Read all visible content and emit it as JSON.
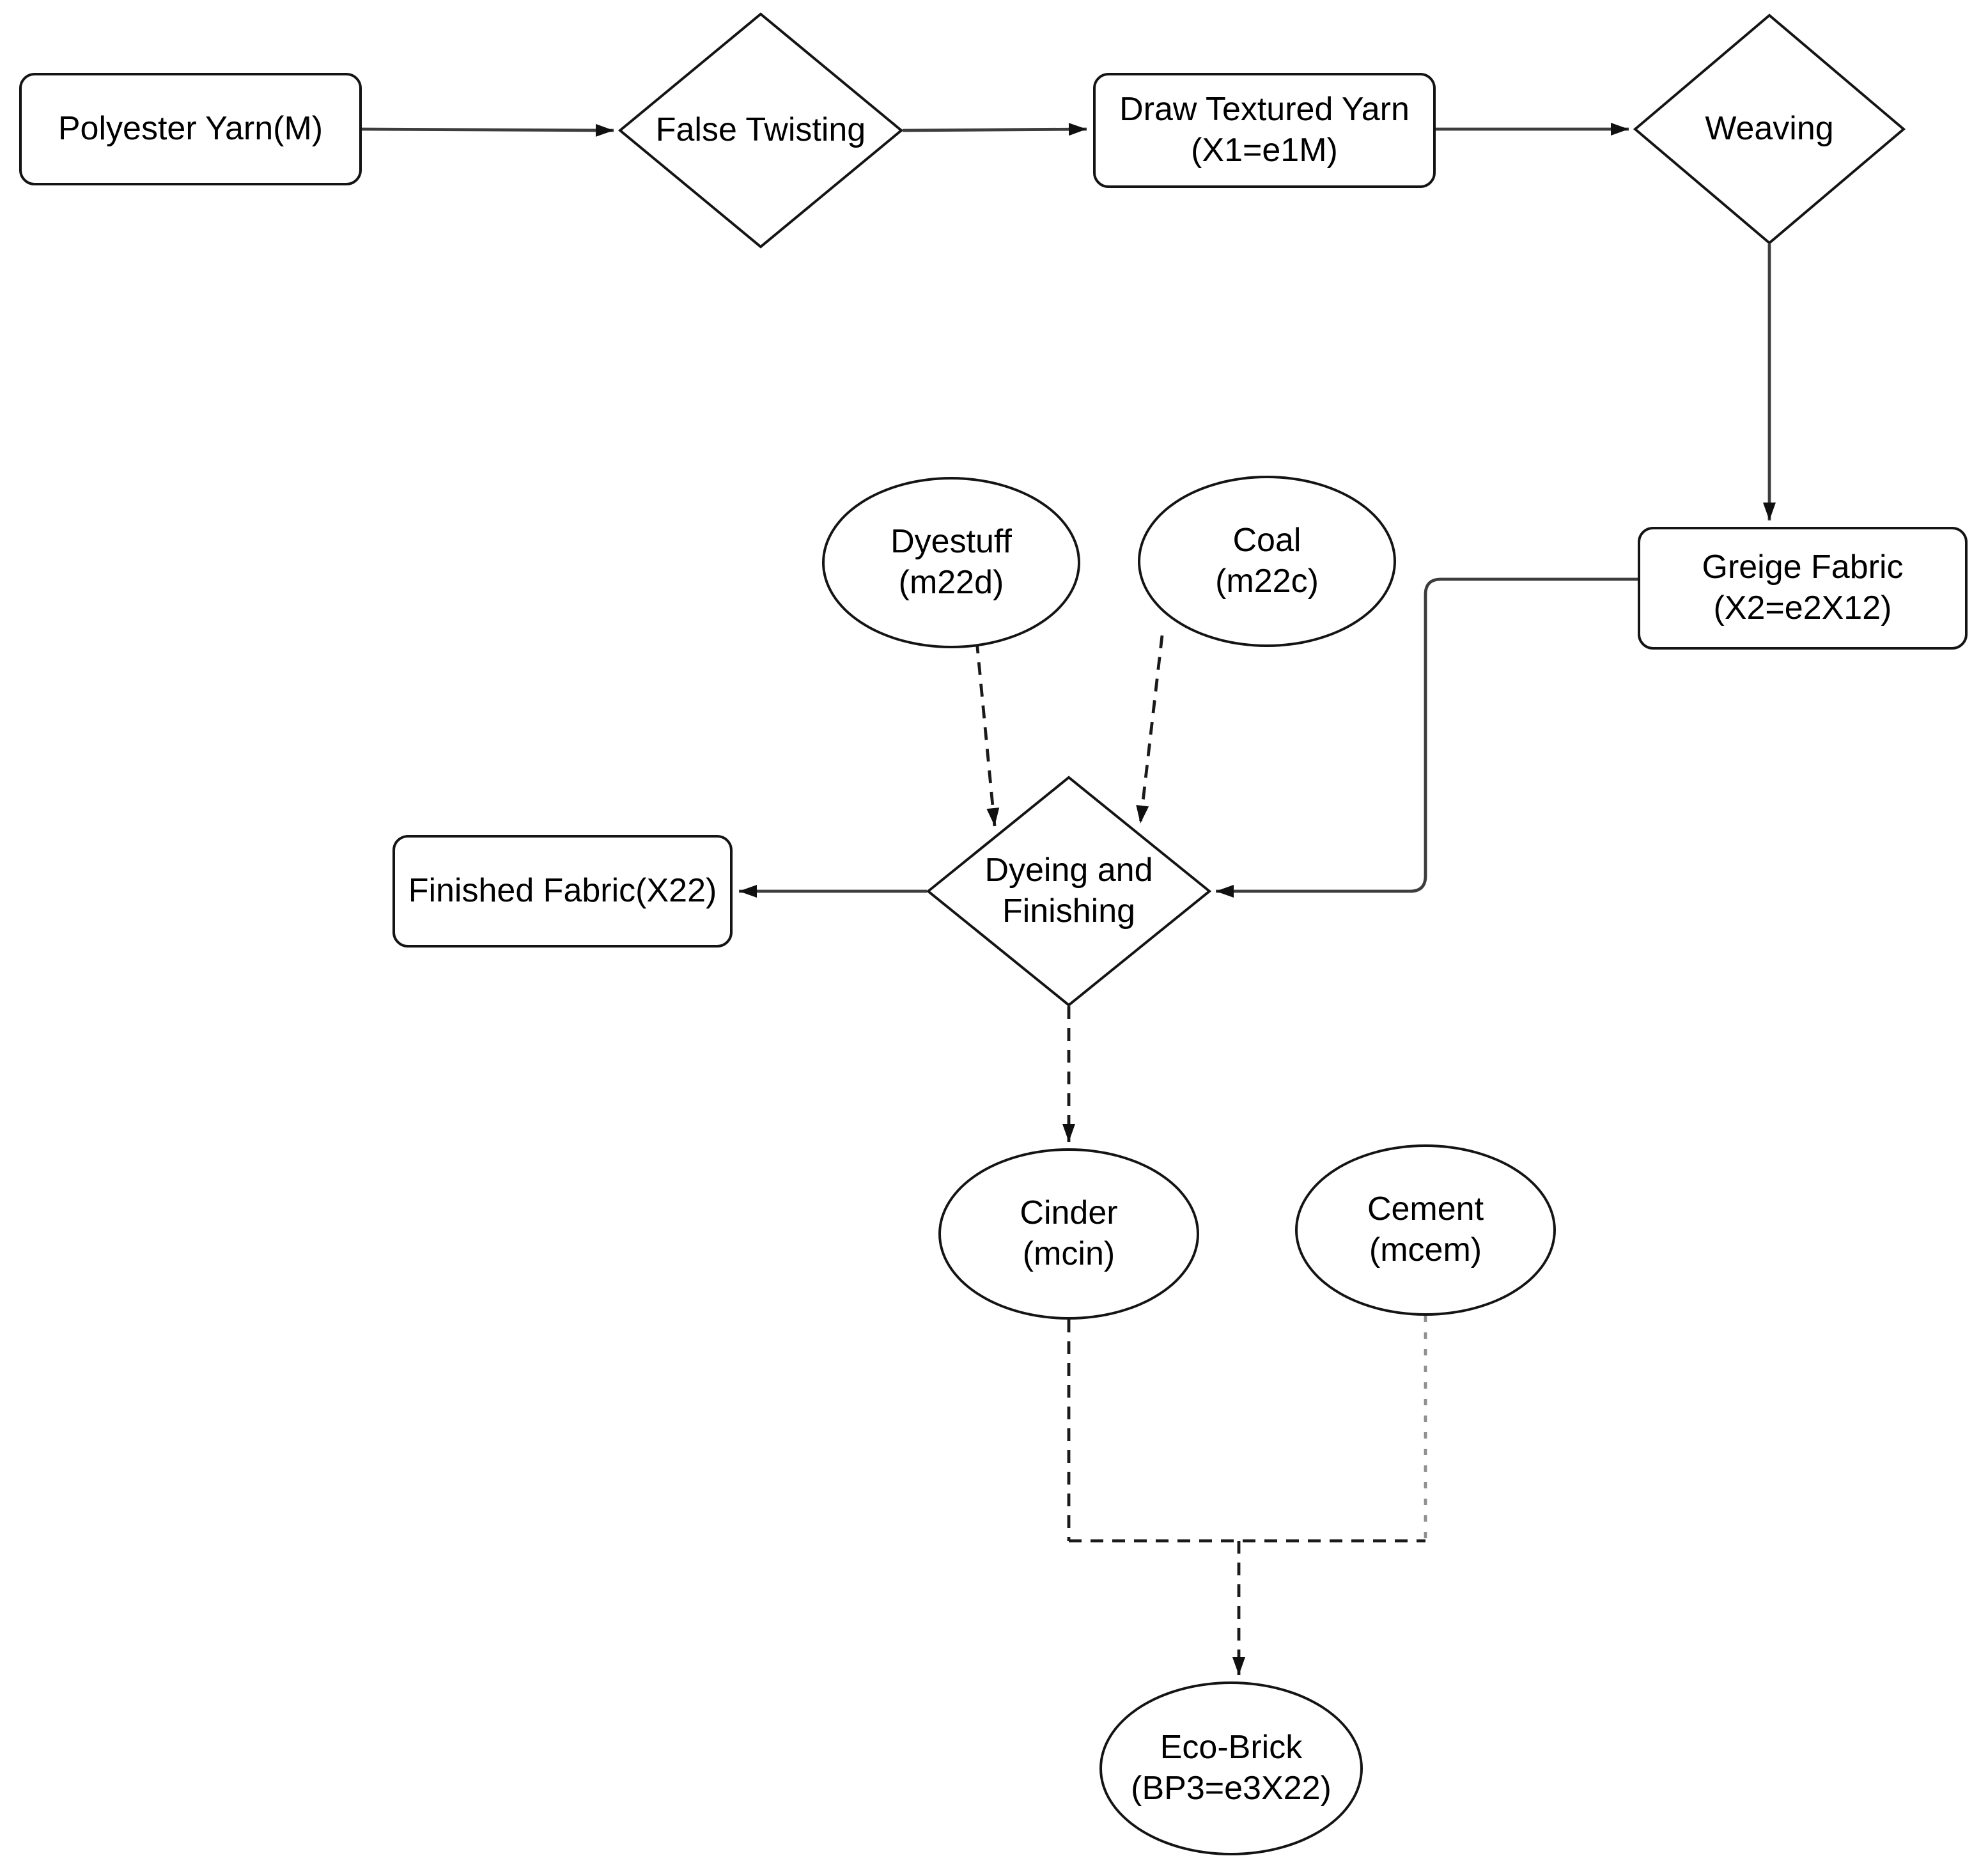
{
  "page": {
    "type": "flowchart",
    "background": "#ffffff"
  },
  "colors": {
    "node_fill": "#ffffff",
    "node_stroke": "#141414",
    "edge_solid": "#3d3d3d",
    "edge_dashed": "#1a1a1a",
    "edge_dashed_gray": "#8f8f8f",
    "text": "#000000"
  },
  "nodes": {
    "polyester": {
      "shape": "rounded-rect",
      "line1": "Polyester Yarn(M)"
    },
    "falseTwisting": {
      "shape": "diamond",
      "line1": "False Twisting"
    },
    "drawTextured": {
      "shape": "rounded-rect",
      "line1": "Draw Textured Yarn",
      "line2": "(X1=e1M)"
    },
    "weaving": {
      "shape": "diamond",
      "line1": "Weaving"
    },
    "greige": {
      "shape": "rounded-rect",
      "line1": "Greige Fabric",
      "line2": "(X2=e2X12)"
    },
    "dyestuff": {
      "shape": "ellipse",
      "line1": "Dyestuff",
      "line2": "(m22d)"
    },
    "coal": {
      "shape": "ellipse",
      "line1": "Coal",
      "line2": "(m22c)"
    },
    "dyeing": {
      "shape": "diamond",
      "line1": "Dyeing and",
      "line2": "Finishing"
    },
    "finished": {
      "shape": "rounded-rect",
      "line1": "Finished Fabric(X22)"
    },
    "cinder": {
      "shape": "ellipse",
      "line1": "Cinder",
      "line2": "(mcin)"
    },
    "cement": {
      "shape": "ellipse",
      "line1": "Cement",
      "line2": "(mcem)"
    },
    "ecoBrick": {
      "shape": "ellipse",
      "line1": "Eco-Brick",
      "line2": "(BP3=e3X22)"
    }
  },
  "edges": [
    {
      "from": "Polyester Yarn(M)",
      "to": "False Twisting",
      "style": "solid",
      "arrow": true
    },
    {
      "from": "False Twisting",
      "to": "Draw Textured Yarn (X1=e1M)",
      "style": "solid",
      "arrow": true
    },
    {
      "from": "Draw Textured Yarn (X1=e1M)",
      "to": "Weaving",
      "style": "solid",
      "arrow": true
    },
    {
      "from": "Weaving",
      "to": "Greige Fabric (X2=e2X12)",
      "style": "solid",
      "arrow": true
    },
    {
      "from": "Greige Fabric (X2=e2X12)",
      "to": "Dyeing and Finishing",
      "style": "solid",
      "arrow": true
    },
    {
      "from": "Dyestuff (m22d)",
      "to": "Dyeing and Finishing",
      "style": "dashed",
      "arrow": true
    },
    {
      "from": "Coal (m22c)",
      "to": "Dyeing and Finishing",
      "style": "dashed",
      "arrow": true
    },
    {
      "from": "Dyeing and Finishing",
      "to": "Finished Fabric(X22)",
      "style": "solid",
      "arrow": true
    },
    {
      "from": "Dyeing and Finishing",
      "to": "Cinder (mcin)",
      "style": "dashed",
      "arrow": true
    },
    {
      "from": "Cinder (mcin)",
      "to": "Eco-Brick (BP3=e3X22)",
      "style": "dashed",
      "arrow": true
    },
    {
      "from": "Cement (mcem)",
      "to": "Eco-Brick (BP3=e3X22)",
      "style": "dashed-gray",
      "arrow": true
    }
  ]
}
